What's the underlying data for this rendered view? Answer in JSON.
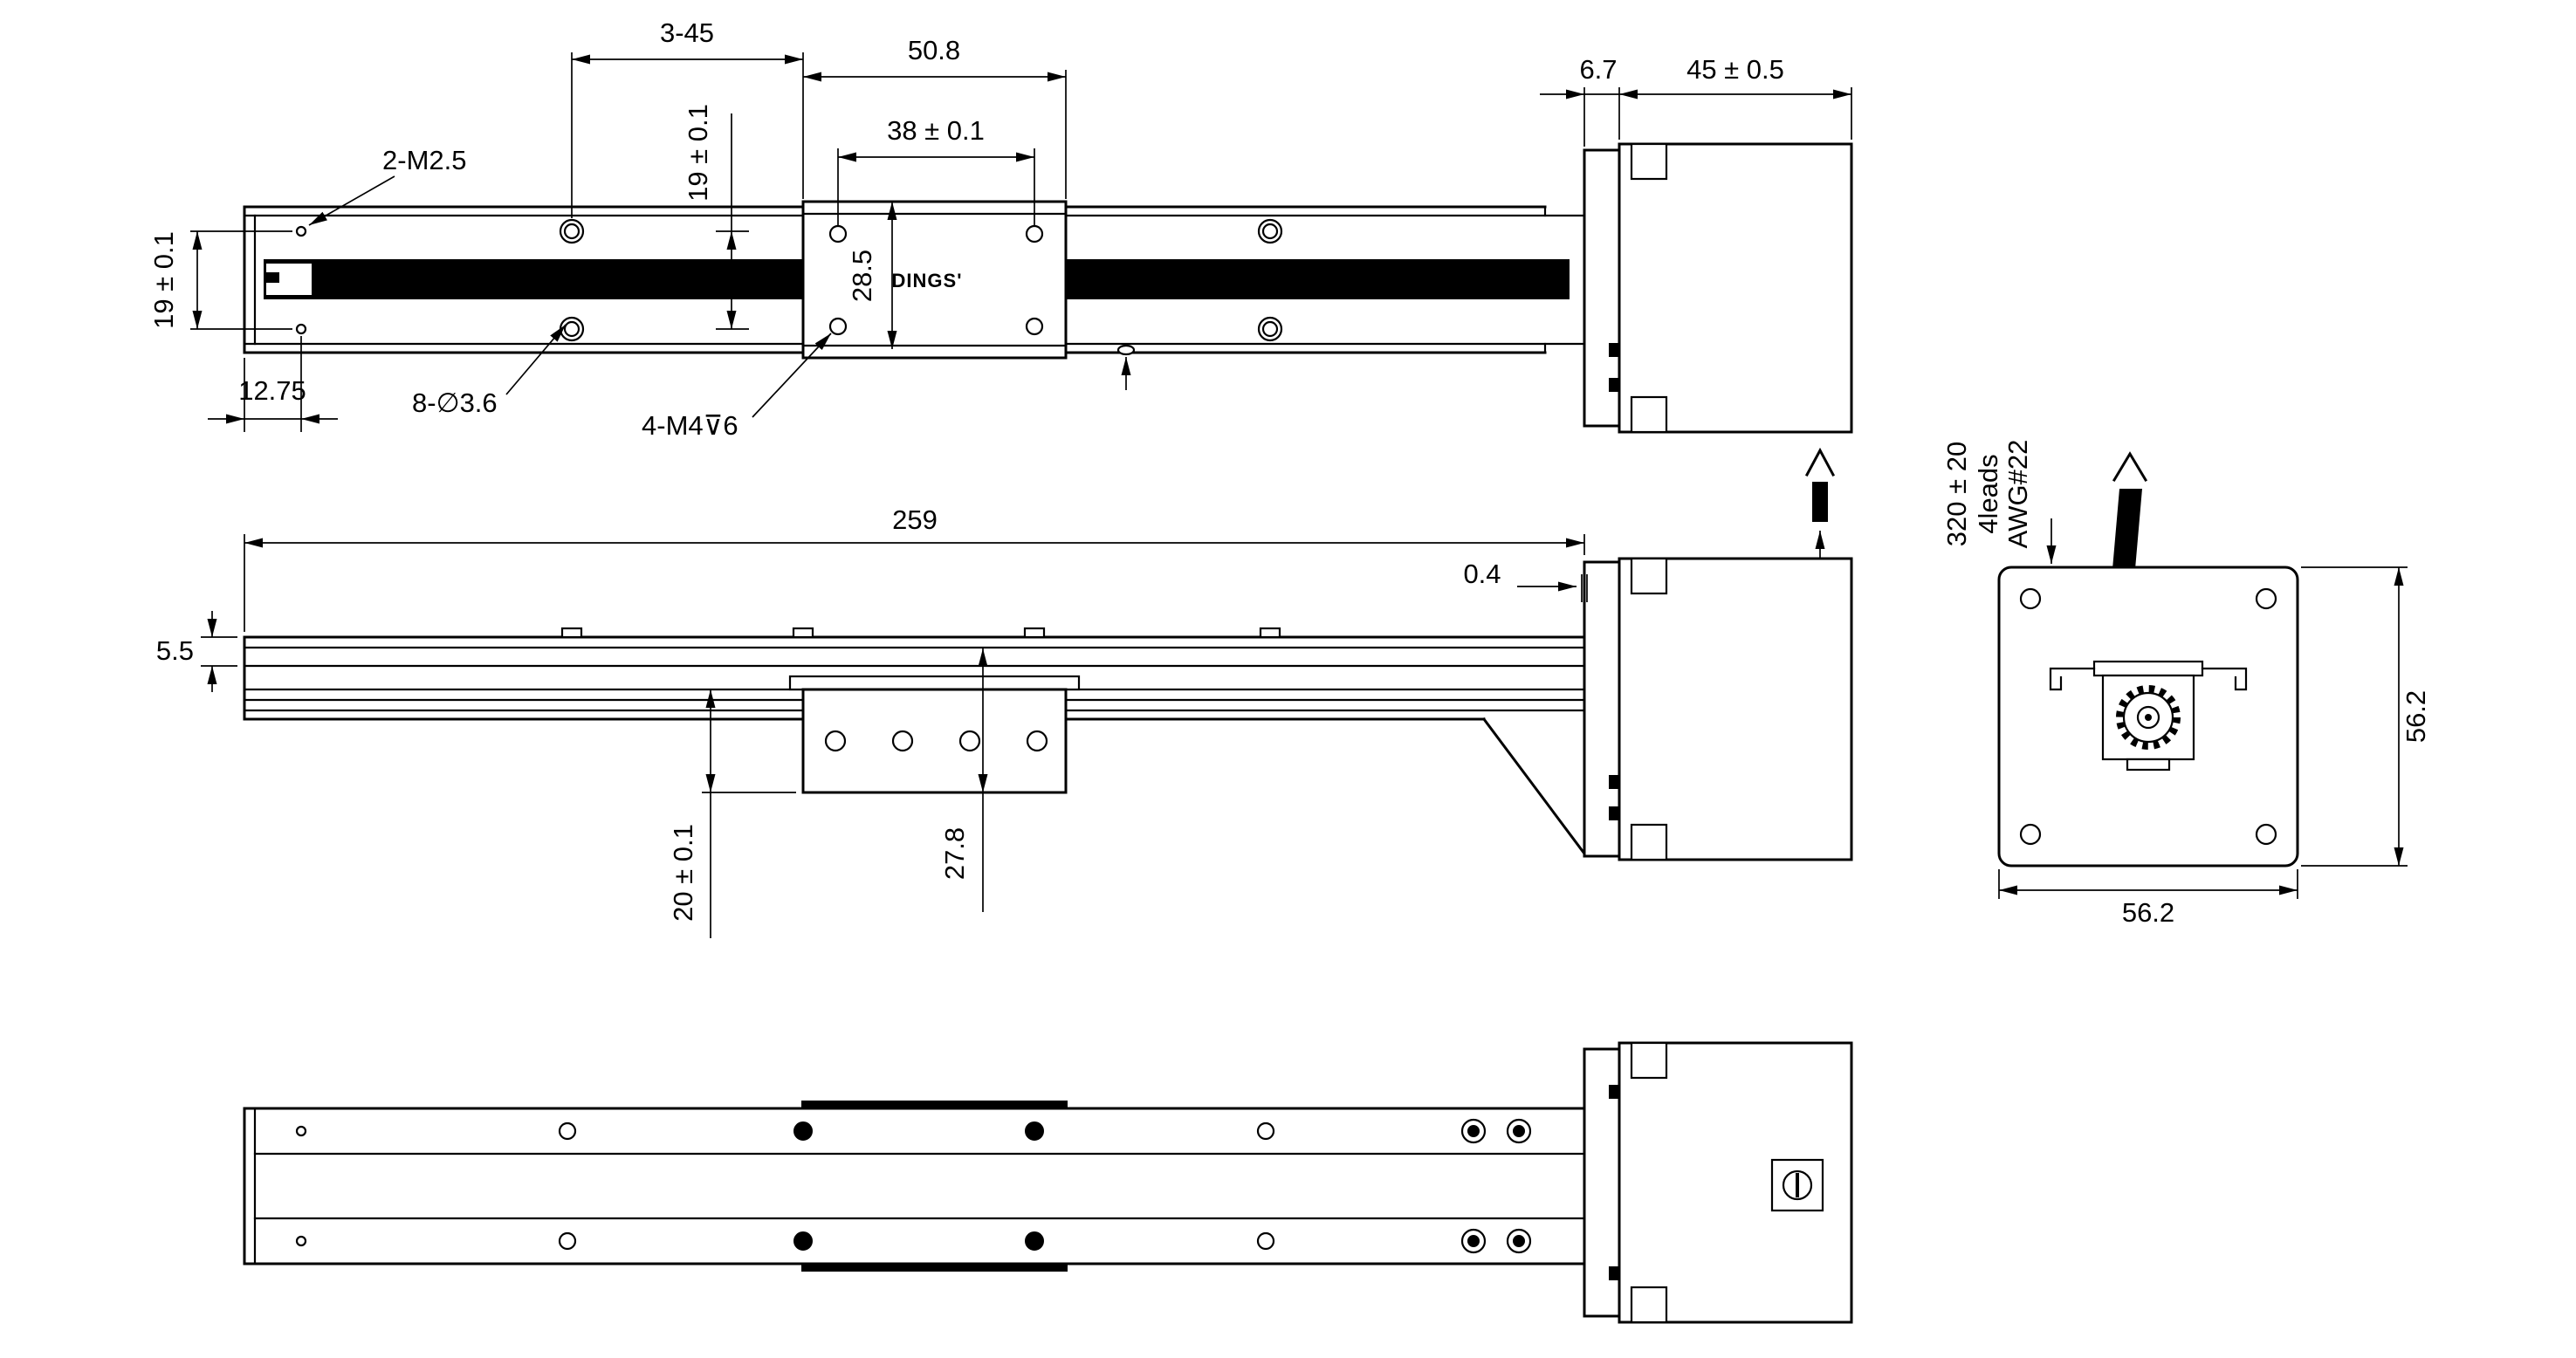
{
  "drawing": {
    "logo": "DINGS'",
    "top_view": {
      "dim_hole_pitch": "3-45",
      "dim_carriage_length": "50.8",
      "dim_carriage_hole_spacing": "38 ± 0.1",
      "dim_hole_row_spacing_mid": "19 ± 0.1",
      "dim_hole_row_spacing_left": "19 ± 0.1",
      "label_m25_holes": "2-M2.5",
      "dim_carriage_height": "28.5",
      "dim_end_offset": "12.75",
      "label_through_holes": "8-∅3.6",
      "label_carriage_threads": "4-M4⊽6",
      "dim_flange_thickness": "6.7",
      "dim_motor_length": "45 ± 0.5"
    },
    "side_view": {
      "dim_overall_length": "259",
      "dim_flange_gap": "0.4",
      "dim_rail_top_thickness": "5.5",
      "dim_carriage_bottom_offset": "20 ± 0.1",
      "dim_total_height": "27.8"
    },
    "end_view": {
      "dim_width": "56.2",
      "dim_height": "56.2",
      "cable_length": "320 ± 20",
      "cable_leads": "4leads",
      "cable_gauge": "AWG#22"
    }
  }
}
